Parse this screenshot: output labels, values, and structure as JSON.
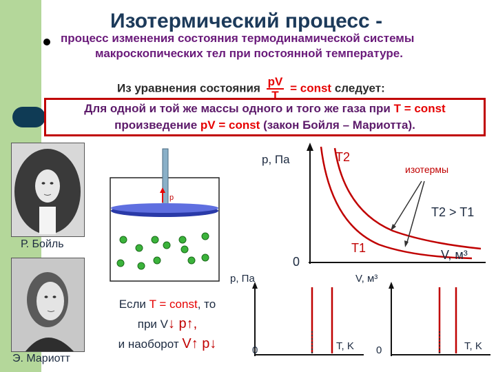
{
  "slide": {
    "title": "Изотермический процесс -",
    "definition_line1": "процесс изменения состояния термодинамической системы",
    "definition_line2": "макроскопических тел при постоянной температуре.",
    "eq_prefix": "Из уравнения состояния",
    "eq_num": "pV",
    "eq_den": "T",
    "eq_suffix": "= const",
    "eq_tail": "следует:",
    "law_line1_a": "Для одной и той же массы одного и того же газа при ",
    "law_line1_b": "T = const",
    "law_line2_a": "произведение ",
    "law_line2_b": "pV = const",
    "law_line2_c": " (закон Бойля – Мариотта).",
    "portrait1_caption": "Р. Бойль",
    "portrait2_caption": "Э. Мариотт",
    "if_line1_a": "Если ",
    "if_line1_b": "T = const",
    "if_line1_c": ", то",
    "if_line2_a": "при V",
    "if_line2_b": "↓ p↑,",
    "if_line3_a": "и наоборот ",
    "if_line3_b": "V↑ p↓",
    "piston_label": "p"
  },
  "charts": {
    "main": {
      "ylabel": "p, Па",
      "xlabel": "V, м³",
      "origin": "0",
      "curve_labels": [
        "T1",
        "T2"
      ],
      "legend": "изотермы",
      "relation": "T2 > T1"
    },
    "pT": {
      "ylabel": "p, Па",
      "xlabel": "T, K",
      "origin": "0"
    },
    "VT": {
      "ylabel": "V, м³",
      "xlabel": "T, K",
      "origin": "0"
    }
  },
  "colors": {
    "accent": "#e60000",
    "title": "#1c3a5a",
    "definition": "#6a1a7a",
    "sidebar": "#b4d79a"
  }
}
